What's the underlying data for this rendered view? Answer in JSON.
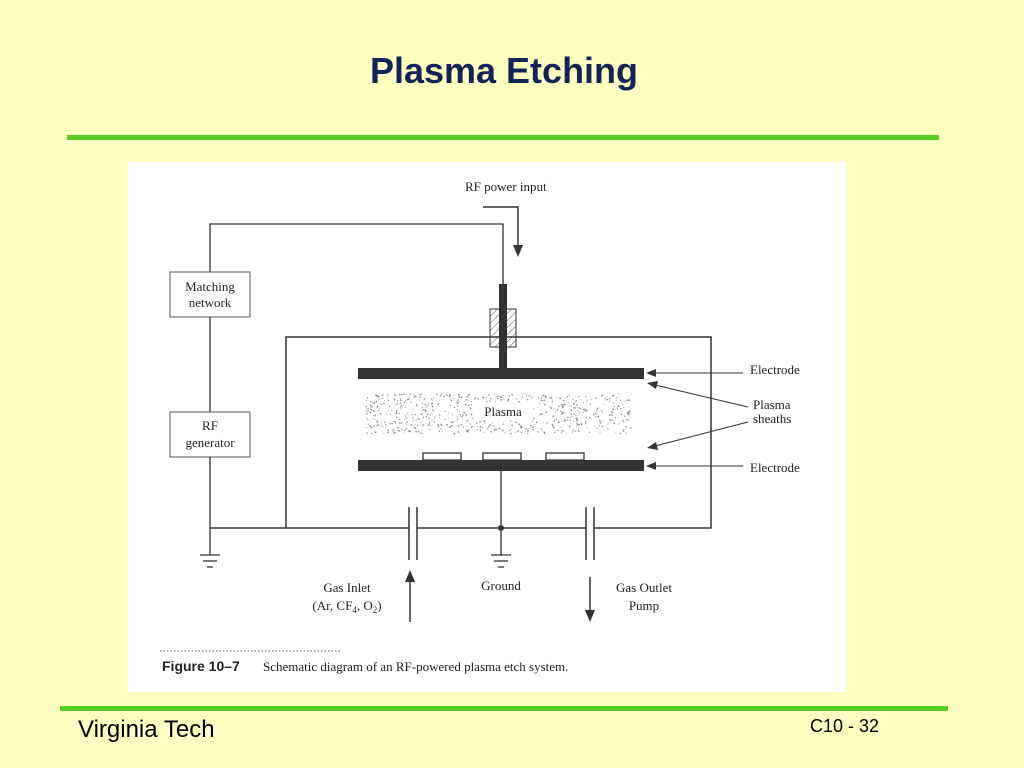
{
  "slide": {
    "title": "Plasma Etching",
    "footer_left": "Virginia Tech",
    "footer_right": "C10 - 32"
  },
  "diagram": {
    "rf_power_input": "RF power input",
    "matching_network": [
      "Matching",
      "network"
    ],
    "rf_generator": [
      "RF",
      "generator"
    ],
    "electrode_top": "Electrode",
    "electrode_bottom": "Electrode",
    "plasma": "Plasma",
    "plasma_sheaths": [
      "Plasma",
      "sheaths"
    ],
    "gas_inlet": [
      "Gas Inlet",
      "(Ar, CF",
      "4",
      ", O",
      "2",
      ")"
    ],
    "ground": "Ground",
    "gas_outlet": [
      "Gas Outlet",
      "Pump"
    ],
    "figure_number": "Figure 10–7",
    "figure_caption": "Schematic diagram of an RF-powered plasma etch system."
  }
}
